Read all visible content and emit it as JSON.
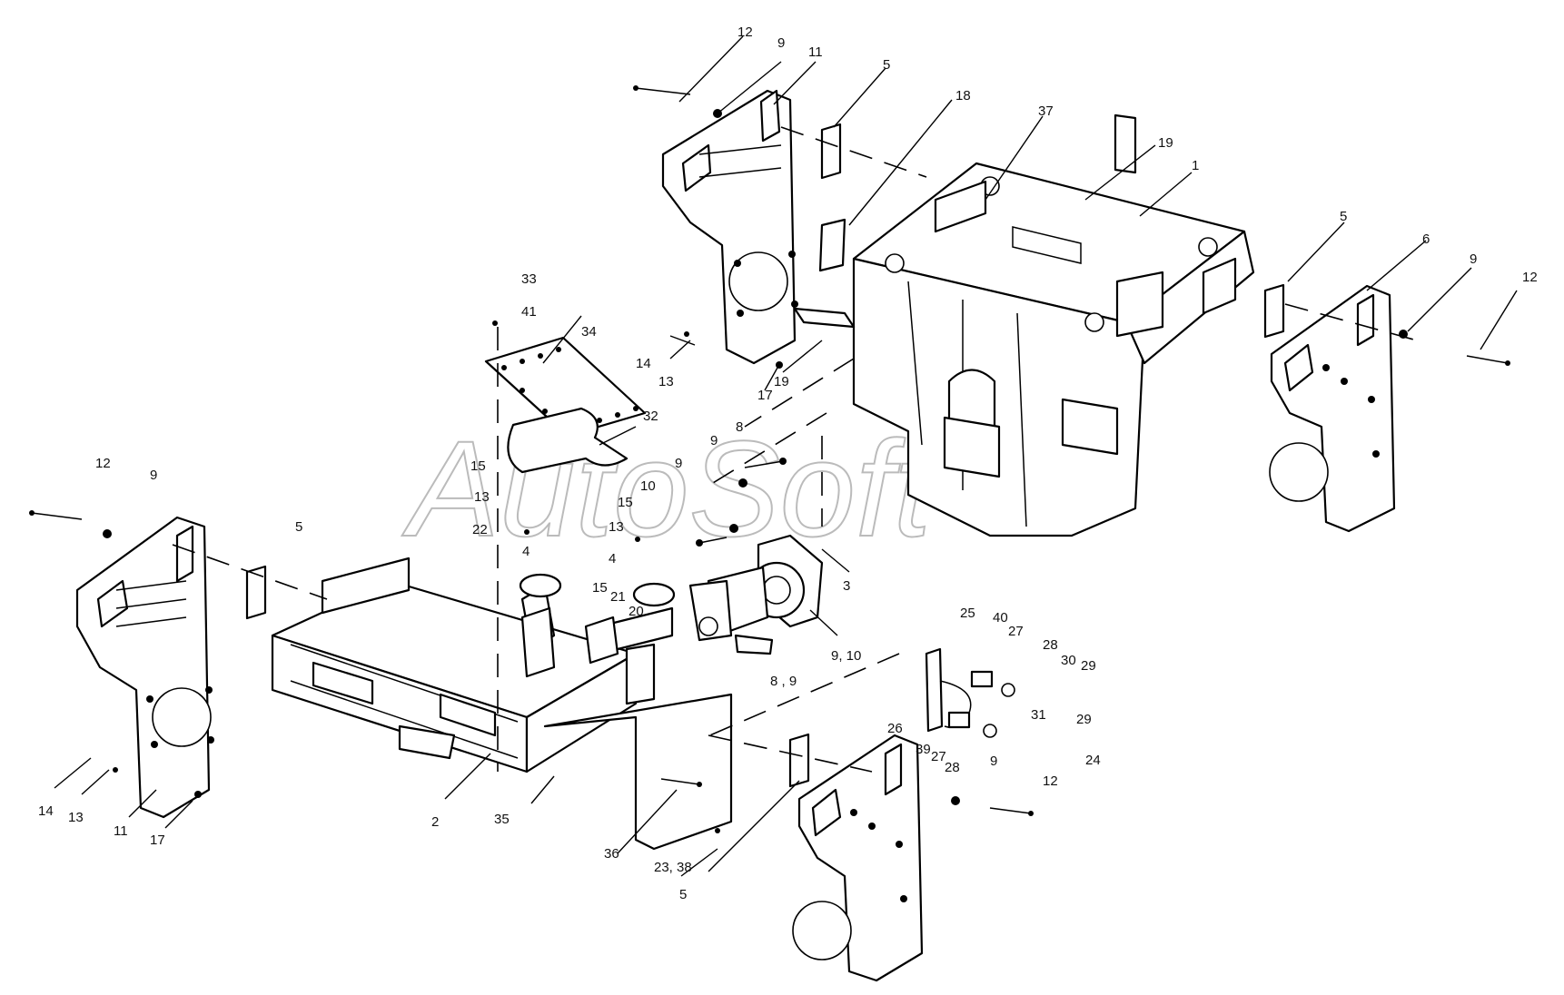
{
  "watermark": "AutoSoft",
  "callouts": [
    "12",
    "9",
    "11",
    "5",
    "18",
    "37",
    "19",
    "1",
    "5",
    "6",
    "9",
    "12",
    "33",
    "41",
    "34",
    "32",
    "14",
    "13",
    "17",
    "19",
    "8",
    "9",
    "9",
    "10",
    "15",
    "13",
    "22",
    "15",
    "13",
    "4",
    "4",
    "3",
    "12",
    "9",
    "5",
    "15",
    "21",
    "20",
    "9, 10",
    "8 , 9",
    "14",
    "13",
    "11",
    "17",
    "2",
    "35",
    "36",
    "23, 38",
    "5",
    "25",
    "40",
    "27",
    "28",
    "30",
    "29",
    "26",
    "31",
    "29",
    "39",
    "27",
    "28",
    "24",
    "9",
    "12"
  ]
}
